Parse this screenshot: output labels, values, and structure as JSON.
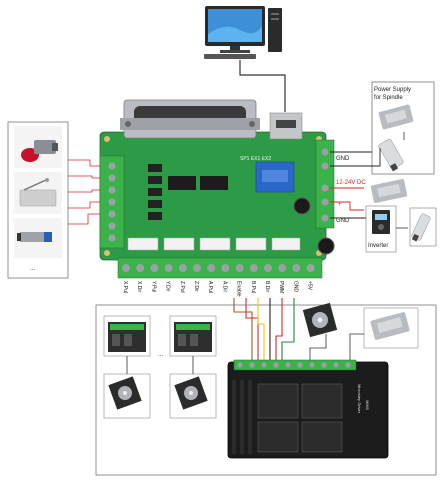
{
  "diagram": {
    "power_supply_label_line1": "Power Supply",
    "power_supply_label_line2": "for Spindle",
    "gnd_label_1": "GND",
    "dc_label": "12-24V DC",
    "plus_label": "+",
    "gnd_label_2": "GND",
    "inverter_label": "Inverter",
    "ellipsis_mid": "...",
    "ellipsis_left": "...",
    "pin_labels": [
      "X.Pul",
      "X.Dir",
      "Y.Pul",
      "Y.Dir",
      "Z.Pul",
      "Z.Dir",
      "A.Pul",
      "A.Dir",
      "Enable",
      "B.Pul",
      "B.Dir",
      "PWM",
      "GND",
      "+5V"
    ],
    "driver_label_1": "Microstep Driver",
    "driver_label_2": "M860",
    "colors": {
      "pcb": "#2d9a46",
      "terminal_green": "#3bb34a",
      "wire_red": "#d9262a",
      "wire_yellow": "#f2c21b",
      "wire_black": "#222222",
      "wire_brown": "#9a5b2a",
      "wire_green": "#1f8a3a",
      "relay_blue": "#2b67c9"
    }
  }
}
